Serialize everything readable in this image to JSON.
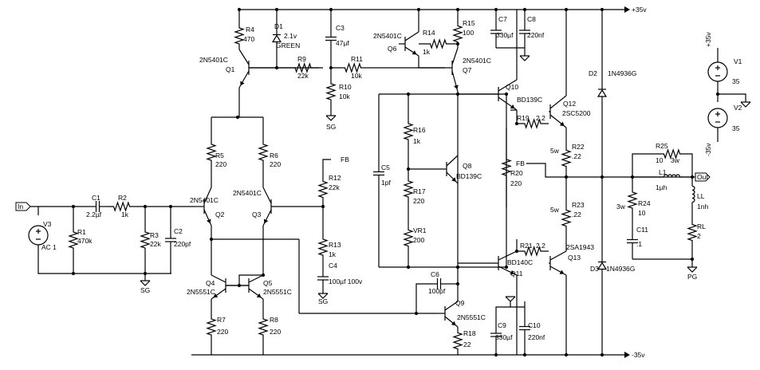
{
  "rails": {
    "pos": "+35v",
    "neg": "-35v"
  },
  "ports": {
    "in": "In",
    "out": "Out",
    "fb1": "FB",
    "fb2": "FB"
  },
  "grounds": {
    "sg": "SG",
    "pg": "PG"
  },
  "parts": {
    "R1": {
      "ref": "R1",
      "val": "470k"
    },
    "R2": {
      "ref": "R2",
      "val": "1k"
    },
    "R3": {
      "ref": "R3",
      "val": "22k"
    },
    "R4": {
      "ref": "R4",
      "val": "470"
    },
    "R5": {
      "ref": "R5",
      "val": "220"
    },
    "R6": {
      "ref": "R6",
      "val": "220"
    },
    "R7": {
      "ref": "R7",
      "val": "220"
    },
    "R8": {
      "ref": "R8",
      "val": "220"
    },
    "R9": {
      "ref": "R9",
      "val": "22k"
    },
    "R10": {
      "ref": "R10",
      "val": "10k"
    },
    "R11": {
      "ref": "R11",
      "val": "10k"
    },
    "R12": {
      "ref": "R12",
      "val": "22k"
    },
    "R13": {
      "ref": "R13",
      "val": "1k"
    },
    "R14": {
      "ref": "R14",
      "val": "1k"
    },
    "R15": {
      "ref": "R15",
      "val": "100"
    },
    "R16": {
      "ref": "R16",
      "val": "1k"
    },
    "R17": {
      "ref": "R17",
      "val": "220"
    },
    "R18": {
      "ref": "R18",
      "val": "22"
    },
    "R19": {
      "ref": "R19",
      "val": "2.2"
    },
    "R20": {
      "ref": "R20",
      "val": "220"
    },
    "R21": {
      "ref": "R21",
      "val": "2.2"
    },
    "R22": {
      "ref": "R22",
      "val": ".22",
      "pw": "5w"
    },
    "R23": {
      "ref": "R23",
      "val": ".22",
      "pw": "5w"
    },
    "R24": {
      "ref": "R24",
      "val": "10",
      "pw": "3w"
    },
    "R25": {
      "ref": "R25",
      "val": "10",
      "pw": "3w"
    },
    "RL": {
      "ref": "RL",
      "val": "2"
    },
    "VR1": {
      "ref": "VR1",
      "val": "200"
    },
    "C1": {
      "ref": "C1",
      "val": "2.2µf"
    },
    "C2": {
      "ref": "C2",
      "val": "220pf"
    },
    "C3": {
      "ref": "C3",
      "val": "47µf"
    },
    "C4": {
      "ref": "C4",
      "val": "100µf  100v"
    },
    "C5": {
      "ref": "C5",
      "val": "1pf"
    },
    "C6": {
      "ref": "C6",
      "val": "100pf"
    },
    "C7": {
      "ref": "C7",
      "val": "330µf"
    },
    "C8": {
      "ref": "C8",
      "val": "220nf"
    },
    "C9": {
      "ref": "C9",
      "val": "330µf"
    },
    "C10": {
      "ref": "C10",
      "val": "220nf"
    },
    "C11": {
      "ref": "C11",
      "val": ".1"
    },
    "L1": {
      "ref": "L1",
      "val": "1µh"
    },
    "LL": {
      "ref": "LL",
      "val": "1nh"
    },
    "D1": {
      "ref": "D1",
      "val": "2.1v",
      "val2": "GREEN"
    },
    "D2": {
      "ref": "D2",
      "val": "1N4936G"
    },
    "D3": {
      "ref": "D3",
      "val": "1N4936G"
    },
    "V1": {
      "ref": "V1",
      "val": "35",
      "top": "+35v"
    },
    "V2": {
      "ref": "V2",
      "val": "35",
      "bot": "-35v"
    },
    "V3": {
      "ref": "V3",
      "val": "AC 1"
    },
    "Q1": {
      "ref": "Q1",
      "type": "2N5401C"
    },
    "Q2": {
      "ref": "Q2",
      "type": "2N5401C"
    },
    "Q3": {
      "ref": "Q3",
      "type": "2N5401C"
    },
    "Q4": {
      "ref": "Q4",
      "type": "2N5551C"
    },
    "Q5": {
      "ref": "Q5",
      "type": "2N5551C"
    },
    "Q6": {
      "ref": "Q6",
      "type": "2N5401C"
    },
    "Q7": {
      "ref": "Q7",
      "type": "2N5401C"
    },
    "Q8": {
      "ref": "Q8",
      "type": "BD139C"
    },
    "Q9": {
      "ref": "Q9",
      "type": "2N5551C"
    },
    "Q10": {
      "ref": "Q10",
      "type": "BD139C"
    },
    "Q11": {
      "ref": "Q11",
      "type": "BD140C"
    },
    "Q12": {
      "ref": "Q12",
      "type": "2SC5200"
    },
    "Q13": {
      "ref": "Q13",
      "type": "2SA1943"
    }
  }
}
